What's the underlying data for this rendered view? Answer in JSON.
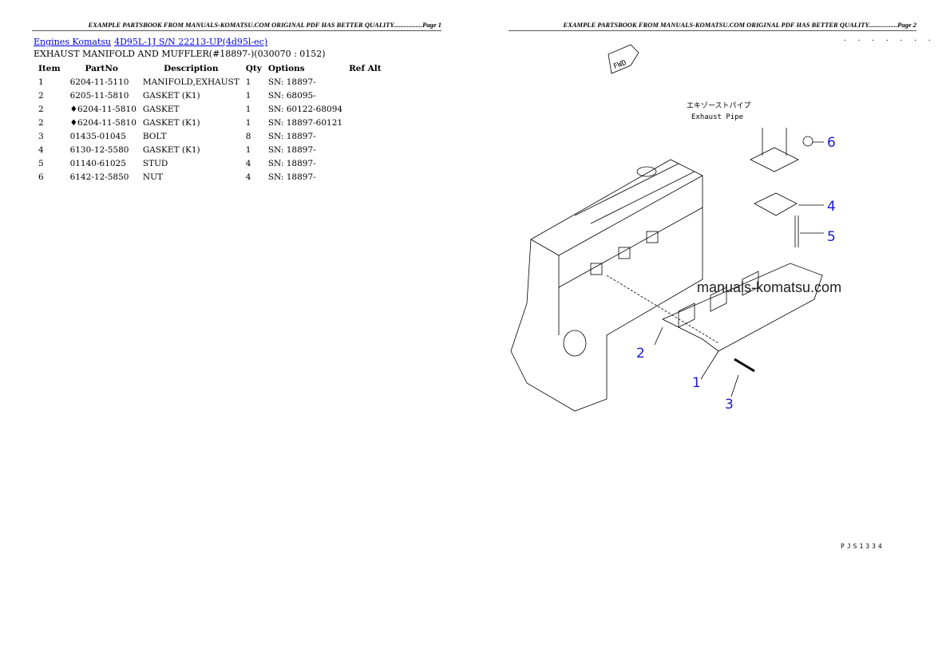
{
  "page1": {
    "header": "EXAMPLE PARTSBOOK FROM MANUALS-KOMATSU.COM ORIGINAL PDF HAS BETTER QUALITY.................Page 1",
    "breadcrumbs": [
      "Engines Komatsu",
      "4D95L-1J S/N 22213-UP(4d95l-ec)"
    ],
    "subtitle": "EXHAUST MANIFOLD AND MUFFLER(#18897-)(030070 : 0152)",
    "columns": [
      "Item",
      "PartNo",
      "Description",
      "Qty",
      "Options",
      "Ref Alt"
    ],
    "rows": [
      [
        "1",
        "6204-11-5110",
        "MANIFOLD,EXHAUST",
        "1",
        "SN: 18897-",
        ""
      ],
      [
        "2",
        "6205-11-5810",
        "GASKET (K1)",
        "1",
        "SN: 68095-",
        ""
      ],
      [
        "2",
        "♦6204-11-5810",
        "GASKET",
        "1",
        "SN: 60122-68094",
        ""
      ],
      [
        "2",
        "♦6204-11-5810",
        "GASKET (K1)",
        "1",
        "SN: 18897-60121",
        ""
      ],
      [
        "3",
        "01435-01045",
        "BOLT",
        "8",
        "SN: 18897-",
        ""
      ],
      [
        "4",
        "6130-12-5580",
        "GASKET (K1)",
        "1",
        "SN: 18897-",
        ""
      ],
      [
        "5",
        "01140-61025",
        "STUD",
        "4",
        "SN: 18897-",
        ""
      ],
      [
        "6",
        "6142-12-5850",
        "NUT",
        "4",
        "SN: 18897-",
        ""
      ]
    ]
  },
  "page2": {
    "header": "EXAMPLE PARTSBOOK FROM MANUALS-KOMATSU.COM ORIGINAL PDF HAS BETTER QUALITY.................Page 2",
    "dots": ". . . . . . .",
    "fwd_label": "FWD",
    "pipe_label_jp": "エキゾーストパイプ",
    "pipe_label_en": "Exhaust Pipe",
    "callouts": [
      "1",
      "2",
      "3",
      "4",
      "5",
      "6"
    ],
    "watermark": "manuals-komatsu.com",
    "drawing_ref": "PJS1334",
    "callout_color": "#1a1ad0"
  }
}
